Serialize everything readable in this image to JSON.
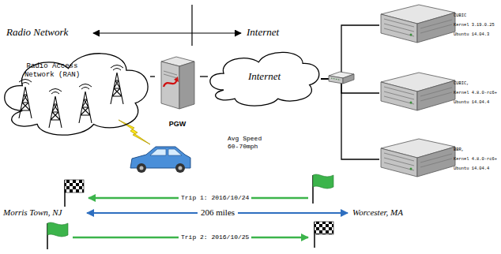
{
  "diagram": {
    "nodes": [
      {
        "text": [
          "Radio Access Network (RAN)"
        ]
      },
      {
        "text": [
          "PGW"
        ]
      },
      {
        "text": [
          "Internet"
        ]
      },
      {
        "text": [
          "CUBIC",
          "Kernel 3.19.0.25",
          "Ubuntu 14.04.3"
        ]
      },
      {
        "text": [
          "CUBIC,",
          "Kernel 4.8.0-rc6+",
          "Ubuntu 14.04.4"
        ]
      },
      {
        "text": [
          "BBR,",
          "Kernel 4.8.0-rc6+",
          "Ubuntu 14.04.4"
        ]
      }
    ],
    "edges": [
      {
        "from": 0,
        "to": 1,
        "arrow": "none"
      },
      {
        "from": 1,
        "to": 2,
        "arrow": "none"
      },
      {
        "from": 2,
        "to": 3,
        "arrow": "none"
      },
      {
        "from": 2,
        "to": 4,
        "arrow": "none"
      },
      {
        "from": 2,
        "to": 5,
        "arrow": "none"
      }
    ],
    "labels": [
      "Radio Network",
      "Internet",
      "Avg Speed 60-70mph",
      "Trip 1: 2016/10/24",
      "Morris Town, NJ",
      "206 miles",
      "Worcester, MA",
      "Trip 2: 2016/10/25"
    ]
  }
}
